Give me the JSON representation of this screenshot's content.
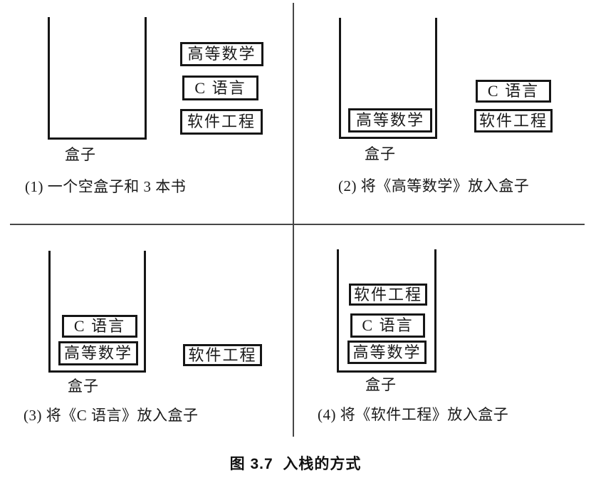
{
  "figure_caption": "图 3.7  入栈的方式",
  "panels": [
    {
      "caption": "(1) 一个空盒子和 3 本书",
      "box_label": "盒子",
      "books_in_box": [],
      "books_outside": [
        "高等数学",
        "C 语言",
        "软件工程"
      ]
    },
    {
      "caption": "(2) 将《高等数学》放入盒子",
      "box_label": "盒子",
      "books_in_box": [
        "高等数学"
      ],
      "books_outside": [
        "C 语言",
        "软件工程"
      ]
    },
    {
      "caption": "(3) 将《C 语言》放入盒子",
      "box_label": "盒子",
      "books_in_box": [
        "C 语言",
        "高等数学"
      ],
      "books_outside": [
        "软件工程"
      ]
    },
    {
      "caption": "(4) 将《软件工程》放入盒子",
      "box_label": "盒子",
      "books_in_box": [
        "软件工程",
        "C 语言",
        "高等数学"
      ],
      "books_outside": []
    }
  ],
  "colors": {
    "ink": "#161616",
    "divider": "#474747",
    "background": "#ffffff"
  }
}
